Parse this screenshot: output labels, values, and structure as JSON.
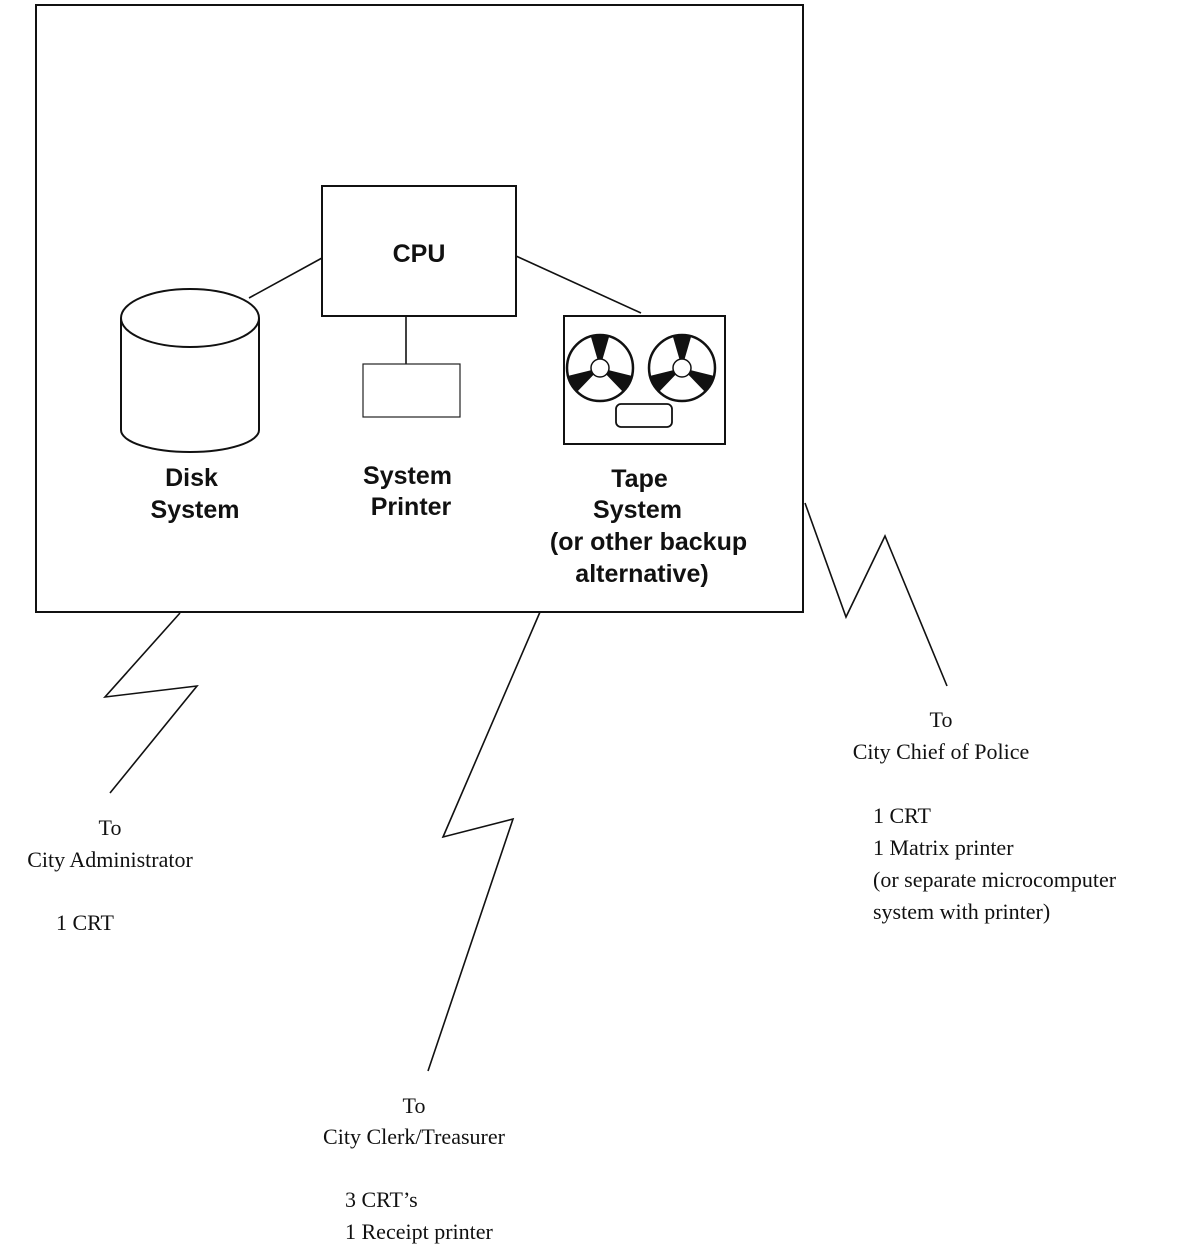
{
  "system": {
    "cpu_label": "CPU",
    "disk_label": [
      "Disk",
      "System"
    ],
    "printer_label": [
      "System",
      "Printer"
    ],
    "tape_label": [
      "Tape",
      "System",
      "(or other backup",
      "alternative)"
    ]
  },
  "remotes": {
    "administrator": {
      "to": "To",
      "name": "City Administrator",
      "equipment": [
        "1 CRT"
      ]
    },
    "clerk": {
      "to": "To",
      "name": "City Clerk/Treasurer",
      "equipment": [
        "3 CRT’s",
        "1 Receipt printer"
      ]
    },
    "police": {
      "to": "To",
      "name": "City Chief of Police",
      "equipment": [
        "1 CRT",
        "1 Matrix printer",
        "(or separate microcomputer",
        "system with printer)"
      ]
    }
  }
}
